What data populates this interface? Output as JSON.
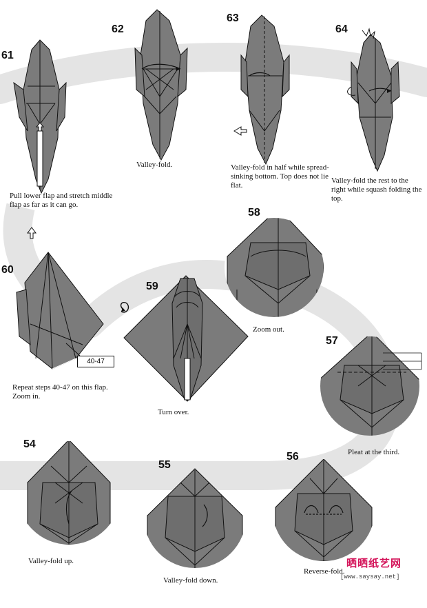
{
  "steps": [
    {
      "num": "61",
      "caption": "Pull lower flap and stretch middle flap as far as it can go."
    },
    {
      "num": "62",
      "caption": "Valley-fold."
    },
    {
      "num": "63",
      "caption": "Valley-fold in half while spread-sinking bottom. Top does not lie flat."
    },
    {
      "num": "64",
      "caption": "Valley-fold the rest to the right while squash folding the top."
    },
    {
      "num": "60",
      "caption": "Repeat steps 40-47 on this flap. Zoom in."
    },
    {
      "num": "59",
      "caption": "Turn over."
    },
    {
      "num": "58",
      "caption": "Zoom out."
    },
    {
      "num": "57",
      "caption": "Pleat at the third."
    },
    {
      "num": "54",
      "caption": "Valley-fold up."
    },
    {
      "num": "55",
      "caption": "Valley-fold down."
    },
    {
      "num": "56",
      "caption": "Reverse-fold."
    }
  ],
  "reference_box": "40-47",
  "watermark": {
    "brand": "晒晒纸艺网",
    "url": "[www.saysay.net]"
  },
  "colors": {
    "paper": "#7b7b7b",
    "path_band": "#e4e4e4",
    "line": "#111111",
    "watermark": "#d4145a"
  }
}
